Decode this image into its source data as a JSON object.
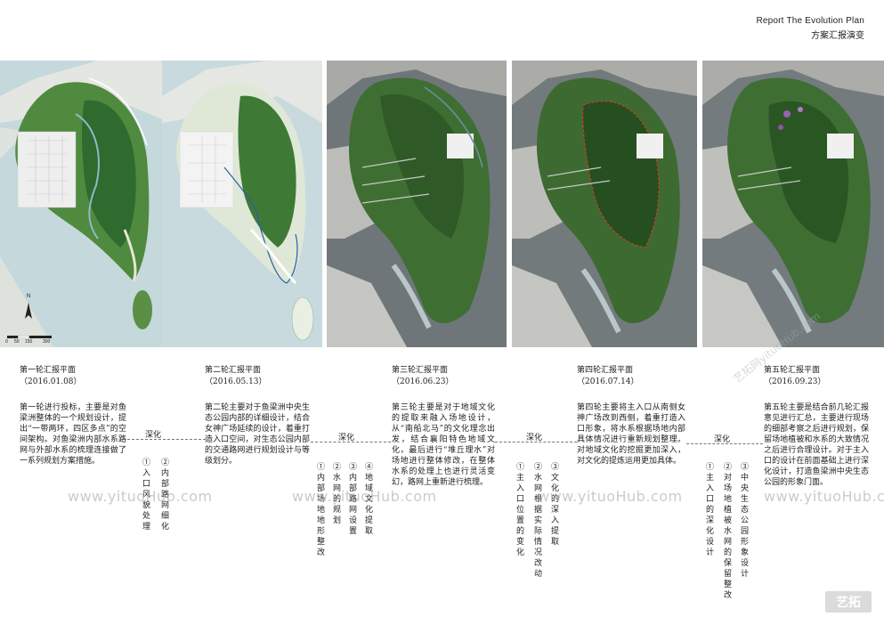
{
  "header": {
    "title_en": "Report The Evolution Plan",
    "title_cn": "方案汇报演变"
  },
  "map": {
    "north_letter": "N",
    "scale_labels": [
      "0",
      "50",
      "150",
      "300"
    ]
  },
  "rounds": [
    {
      "title": "第一轮汇报平面",
      "date": "（2016.01.08）",
      "description": "第一轮进行投标，主要是对鱼梁洲整体的一个规划设计，提出“一带两环，四区多点”的空间架构。对鱼梁洲内部水系路网与外部水系的梳理连接做了一系列规划方案措施。",
      "deepen_label": "深化",
      "changes": [
        "①入口风貌处理",
        "②内部路网细化"
      ]
    },
    {
      "title": "第二轮汇报平面",
      "date": "（2016.05.13）",
      "description": "第二轮主要对于鱼梁洲中央生态公园内部的详细设计，结合女神广场延续的设计，着重打造入口空间，对生态公园内部的交通路网进行规划设计与等级划分。",
      "deepen_label": "深化",
      "changes": [
        "①内部场地地形整改",
        "②水网的规划",
        "③内部路网设置",
        "④地域文化提取"
      ]
    },
    {
      "title": "第三轮汇报平面",
      "date": "（2016.06.23）",
      "description": "第三轮主要是对于地域文化的提取来融入场地设计，从“南船北马”的文化理念出发，结合襄阳特色地域文化，最后进行“堆丘理水”对场地进行整体修改，在整体水系的处理上也进行灵活变幻，路网上重新进行梳理。",
      "deepen_label": "深化",
      "changes": [
        "①主入口位置的变化",
        "②水网根据实际情况改动",
        "③文化的深入提取"
      ]
    },
    {
      "title": "第四轮汇报平面",
      "date": "（2016.07.14）",
      "description": "第四轮主要将主入口从南侧女神广场改到西侧，着重打造入口形象，将水系根据场地内部具体情况进行重新规划整理。对地域文化的挖掘更加深入，对文化的提炼运用更加具体。",
      "deepen_label": "深化",
      "changes": [
        "①主入口的深化设计",
        "②对场地植被水网的保留整改",
        "③中央生态公园形象设计"
      ]
    },
    {
      "title": "第五轮汇报平面",
      "date": "（2016.09.23）",
      "description": "第五轮主要是结合前几轮汇报意见进行汇总，主要进行现场的细部考察之后进行规划，保留场地植被和水系的大致情况之后进行合理设计。对于主入口的设计在前面基础上进行深化设计，打造鱼梁洲中央生态公园的形象门面。",
      "changes": []
    }
  ],
  "watermarks": [
    "www.yituoHub.com",
    "www.yituoHub.com",
    "www.yituoHub.com",
    "www.yituoHub.com"
  ],
  "diagonal_watermark": "艺拓网yituoHub.com",
  "brand_logo": "艺拓"
}
